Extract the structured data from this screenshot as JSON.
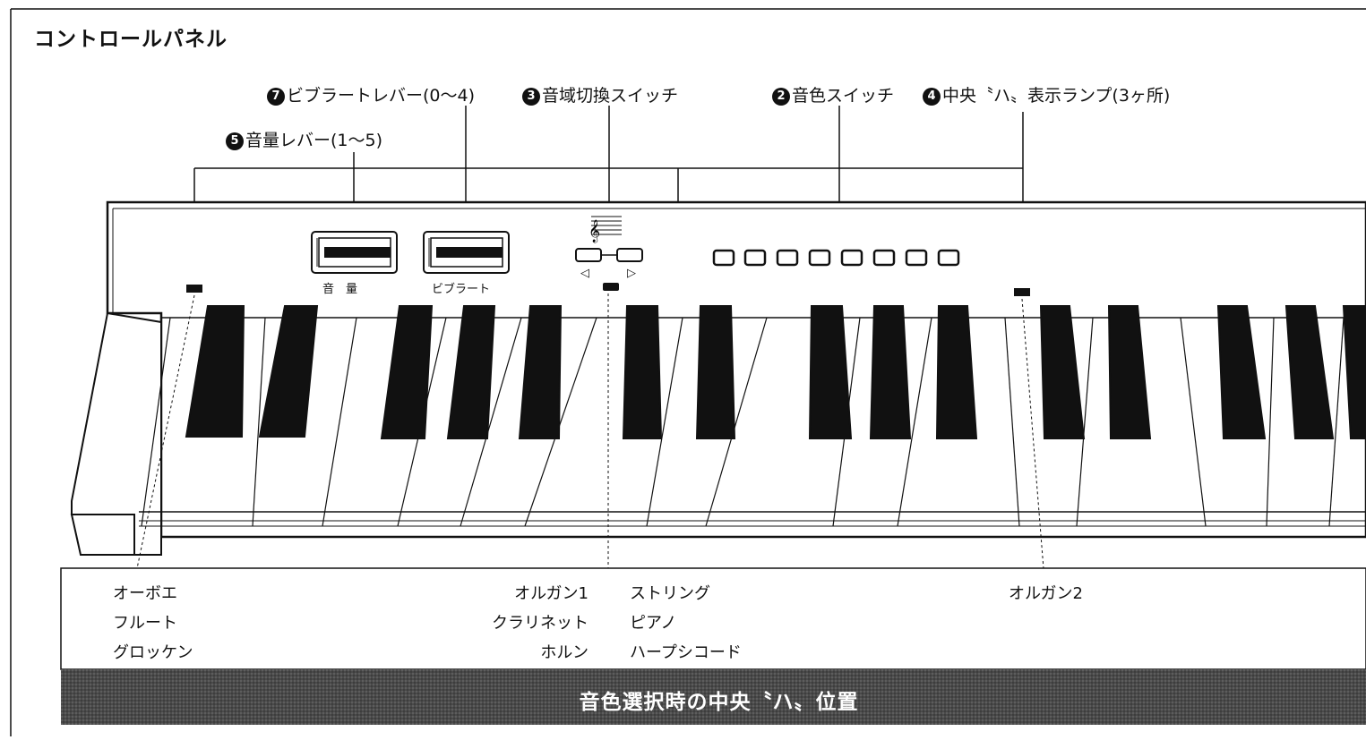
{
  "title": "コントロールパネル",
  "callouts": {
    "vibrato": {
      "num": "7",
      "text": "ビブラートレバー(0～4)"
    },
    "range_switch": {
      "num": "3",
      "text": "音域切換スイッチ"
    },
    "tone_switch": {
      "num": "2",
      "text": "音色スイッチ"
    },
    "center_c_lamp": {
      "num": "4",
      "text": "中央〝ハ〟表示ランプ(3ヶ所)"
    },
    "volume": {
      "num": "5",
      "text": "音量レバー(1～5)"
    }
  },
  "panel_labels": {
    "volume": "音　量",
    "vibrato": "ビブラート",
    "range_left": "◁",
    "range_right": "▷"
  },
  "tone_groups": {
    "left": [
      "オーボエ",
      "フルート",
      "グロッケン"
    ],
    "middle_left": [
      "オルガン1",
      "クラリネット",
      "ホルン"
    ],
    "middle_right": [
      "ストリング",
      "ピアノ",
      "ハープシコード"
    ],
    "right": [
      "オルガン2"
    ]
  },
  "footer_band": "音色選択時の中央〝ハ〟位置",
  "colors": {
    "ink": "#111111",
    "band": "#3a3a3a",
    "paper": "#ffffff"
  }
}
